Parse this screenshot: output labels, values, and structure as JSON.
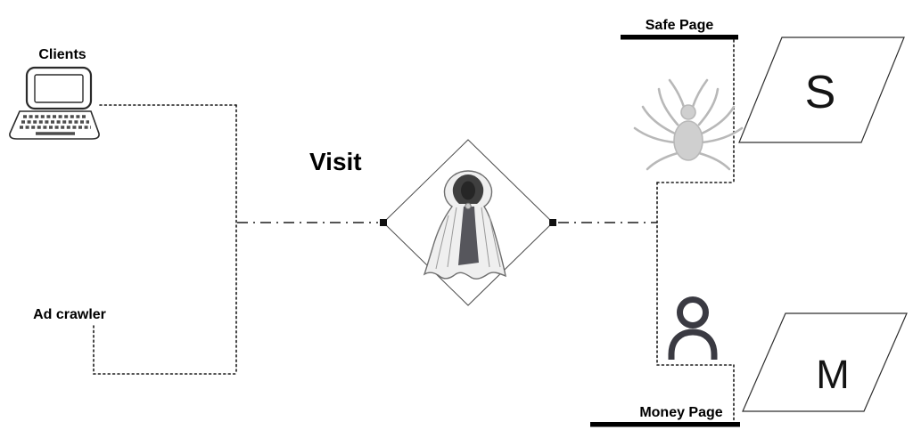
{
  "nodes": {
    "clients_label": "Clients",
    "ad_crawler_label": "Ad crawler",
    "visit_label": "Visit",
    "safe_page_label": "Safe Page",
    "money_page_label": "Money Page",
    "safe_page_letter": "S",
    "money_page_letter": "M"
  },
  "icons": {
    "clients": "laptop-icon",
    "decision": "cloaked-figure-icon",
    "safe_page_visitor": "spider-icon",
    "money_page_visitor": "person-icon"
  },
  "colors": {
    "connector": "#1b1b1b",
    "page_bar": "#000000",
    "spider": "#b8b8b8",
    "person": "#3a3a42",
    "cloak_light": "#efefef",
    "cloak_dark": "#3f3f3f"
  }
}
